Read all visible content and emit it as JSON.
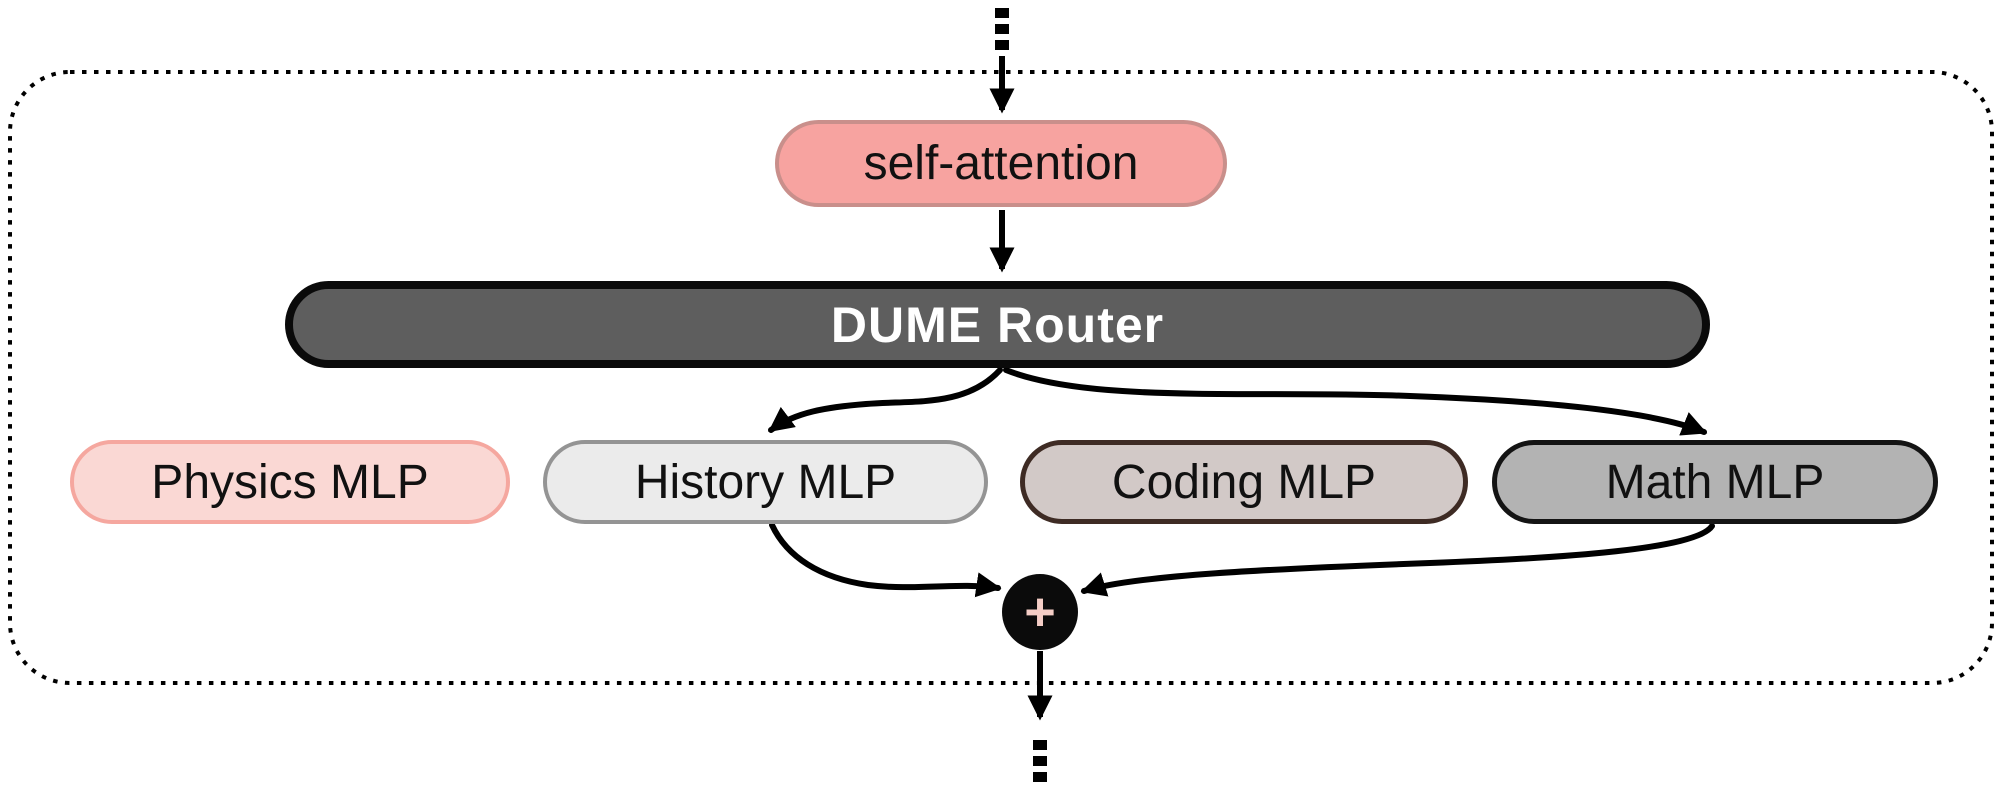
{
  "diagram": {
    "type": "architecture-diagram",
    "description": "Transformer layer with mixture-of-experts routing: self-attention feeds a DUME Router that dispatches to domain expert MLPs whose outputs are summed",
    "boundary": "dotted-rounded-rectangle",
    "colors": {
      "self_attention_fill": "#F7A3A0",
      "self_attention_border": "#C98F8B",
      "router_fill": "#5E5E5E",
      "router_border": "#0A0A0A",
      "router_text": "#FFFFFF",
      "physics_fill": "#FAD8D4",
      "physics_border": "#F5A79F",
      "history_fill": "#EBEBEB",
      "history_border": "#949494",
      "coding_fill": "#D2C9C7",
      "coding_border": "#3E2B24",
      "math_fill": "#B3B3B3",
      "math_border": "#141414",
      "sum_fill": "#0B0B0B",
      "sum_symbol_color": "#F4CDC6",
      "arrow_color": "#000000"
    },
    "nodes": {
      "input_continuation": "vertical-ellipsis",
      "self_attention": {
        "label": "self-attention"
      },
      "router": {
        "label": "DUME Router"
      },
      "experts": [
        {
          "id": "physics",
          "label": "Physics MLP"
        },
        {
          "id": "history",
          "label": "History MLP"
        },
        {
          "id": "coding",
          "label": "Coding MLP"
        },
        {
          "id": "math",
          "label": "Math MLP"
        }
      ],
      "sum": {
        "symbol": "+"
      },
      "output_continuation": "vertical-ellipsis"
    },
    "edges": [
      {
        "from": "input",
        "to": "self_attention"
      },
      {
        "from": "self_attention",
        "to": "router"
      },
      {
        "from": "router",
        "to": "history"
      },
      {
        "from": "router",
        "to": "math"
      },
      {
        "from": "history",
        "to": "sum"
      },
      {
        "from": "math",
        "to": "sum"
      },
      {
        "from": "sum",
        "to": "output"
      }
    ]
  }
}
